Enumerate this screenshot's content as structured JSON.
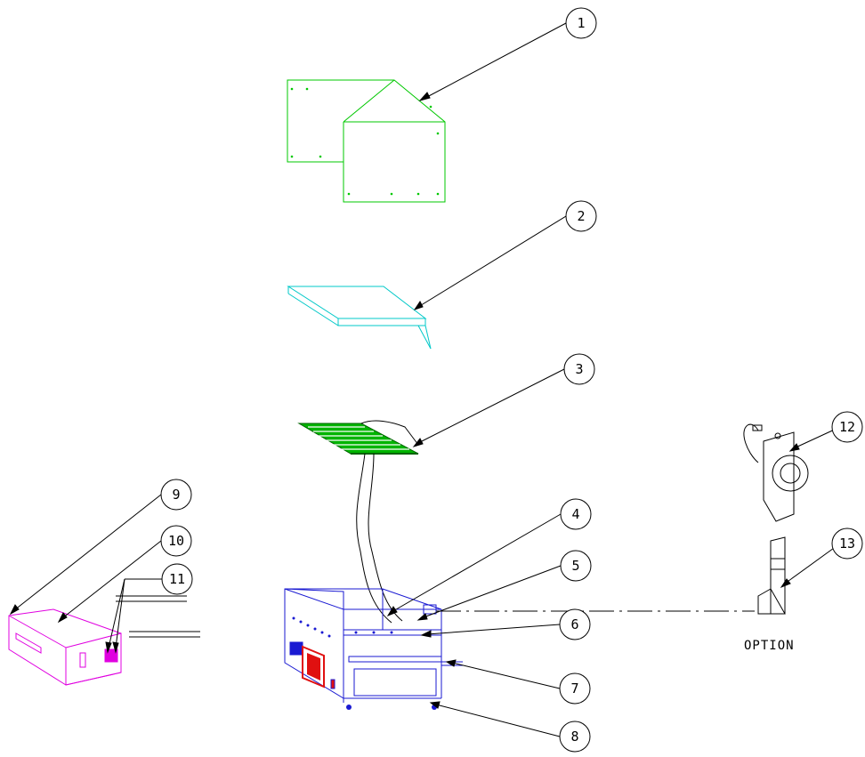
{
  "diagram": {
    "option_label": "OPTION",
    "callouts": [
      {
        "number": "1"
      },
      {
        "number": "2"
      },
      {
        "number": "3"
      },
      {
        "number": "4"
      },
      {
        "number": "5"
      },
      {
        "number": "6"
      },
      {
        "number": "7"
      },
      {
        "number": "8"
      },
      {
        "number": "9"
      },
      {
        "number": "10"
      },
      {
        "number": "11"
      },
      {
        "number": "12"
      },
      {
        "number": "13"
      }
    ],
    "colors": {
      "cover": "#00c800",
      "tray": "#00c8c8",
      "heater_board": "#00b400",
      "frame": "#1a1ad2",
      "panel": "#e01010",
      "drawer": "#e000e0",
      "outline": "#000000"
    }
  }
}
